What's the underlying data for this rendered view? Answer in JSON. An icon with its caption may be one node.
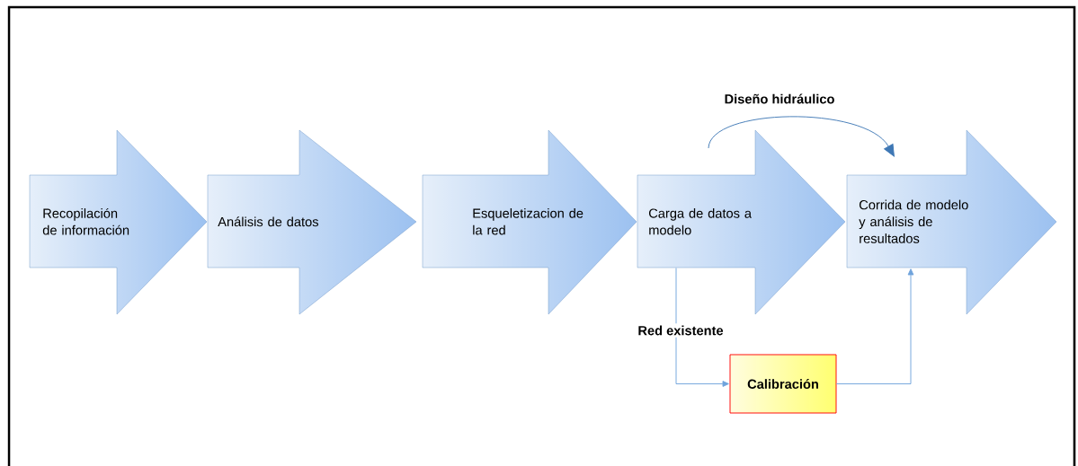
{
  "diagram": {
    "nodes": [
      {
        "text": [
          "Recopilación de información"
        ]
      },
      {
        "text": [
          "Análisis de datos"
        ]
      },
      {
        "text": [
          "Esqueletizacion de la red"
        ]
      },
      {
        "text": [
          "Carga de datos a modelo"
        ]
      },
      {
        "text": [
          "Corrida de modelo y análisis de resultados"
        ]
      },
      {
        "text": [
          "Calibración"
        ]
      }
    ],
    "edges": [
      {
        "from": 3,
        "to": 4,
        "arrow": "to",
        "label": "Diseño hidráulico",
        "color": "#3f78b5"
      },
      {
        "from": 3,
        "to": 5,
        "arrow": "to",
        "label": "Red existente"
      },
      {
        "from": 5,
        "to": 4,
        "arrow": "to"
      }
    ]
  }
}
